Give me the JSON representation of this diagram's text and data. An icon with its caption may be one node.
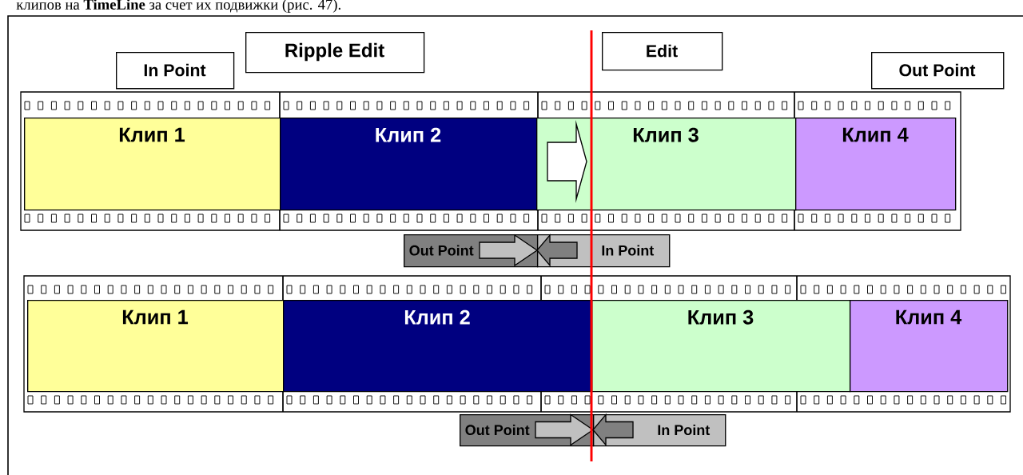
{
  "diagram": {
    "nodes": [
      {
        "text": [
          "In Point"
        ]
      },
      {
        "text": [
          "Ripple Edit"
        ]
      },
      {
        "text": [
          "Edit"
        ]
      },
      {
        "text": [
          "Out Point"
        ]
      },
      {
        "text": [
          "Клип 1"
        ]
      },
      {
        "text": [
          "Клип 2"
        ]
      },
      {
        "text": [
          "Клип 3"
        ]
      },
      {
        "text": [
          "Клип 4"
        ]
      },
      {
        "text": [
          "Out Point"
        ]
      },
      {
        "text": [
          "In Point"
        ]
      },
      {
        "text": [
          "Клип 1"
        ]
      },
      {
        "text": [
          "Клип 2"
        ]
      },
      {
        "text": [
          "Клип 3"
        ]
      },
      {
        "text": [
          "Клип 4"
        ]
      },
      {
        "text": [
          "Out Point"
        ]
      },
      {
        "text": [
          "In Point"
        ]
      }
    ],
    "labels": [
      "клипов на **TimeLine** за счет их подвижки (рис. 47)."
    ]
  }
}
